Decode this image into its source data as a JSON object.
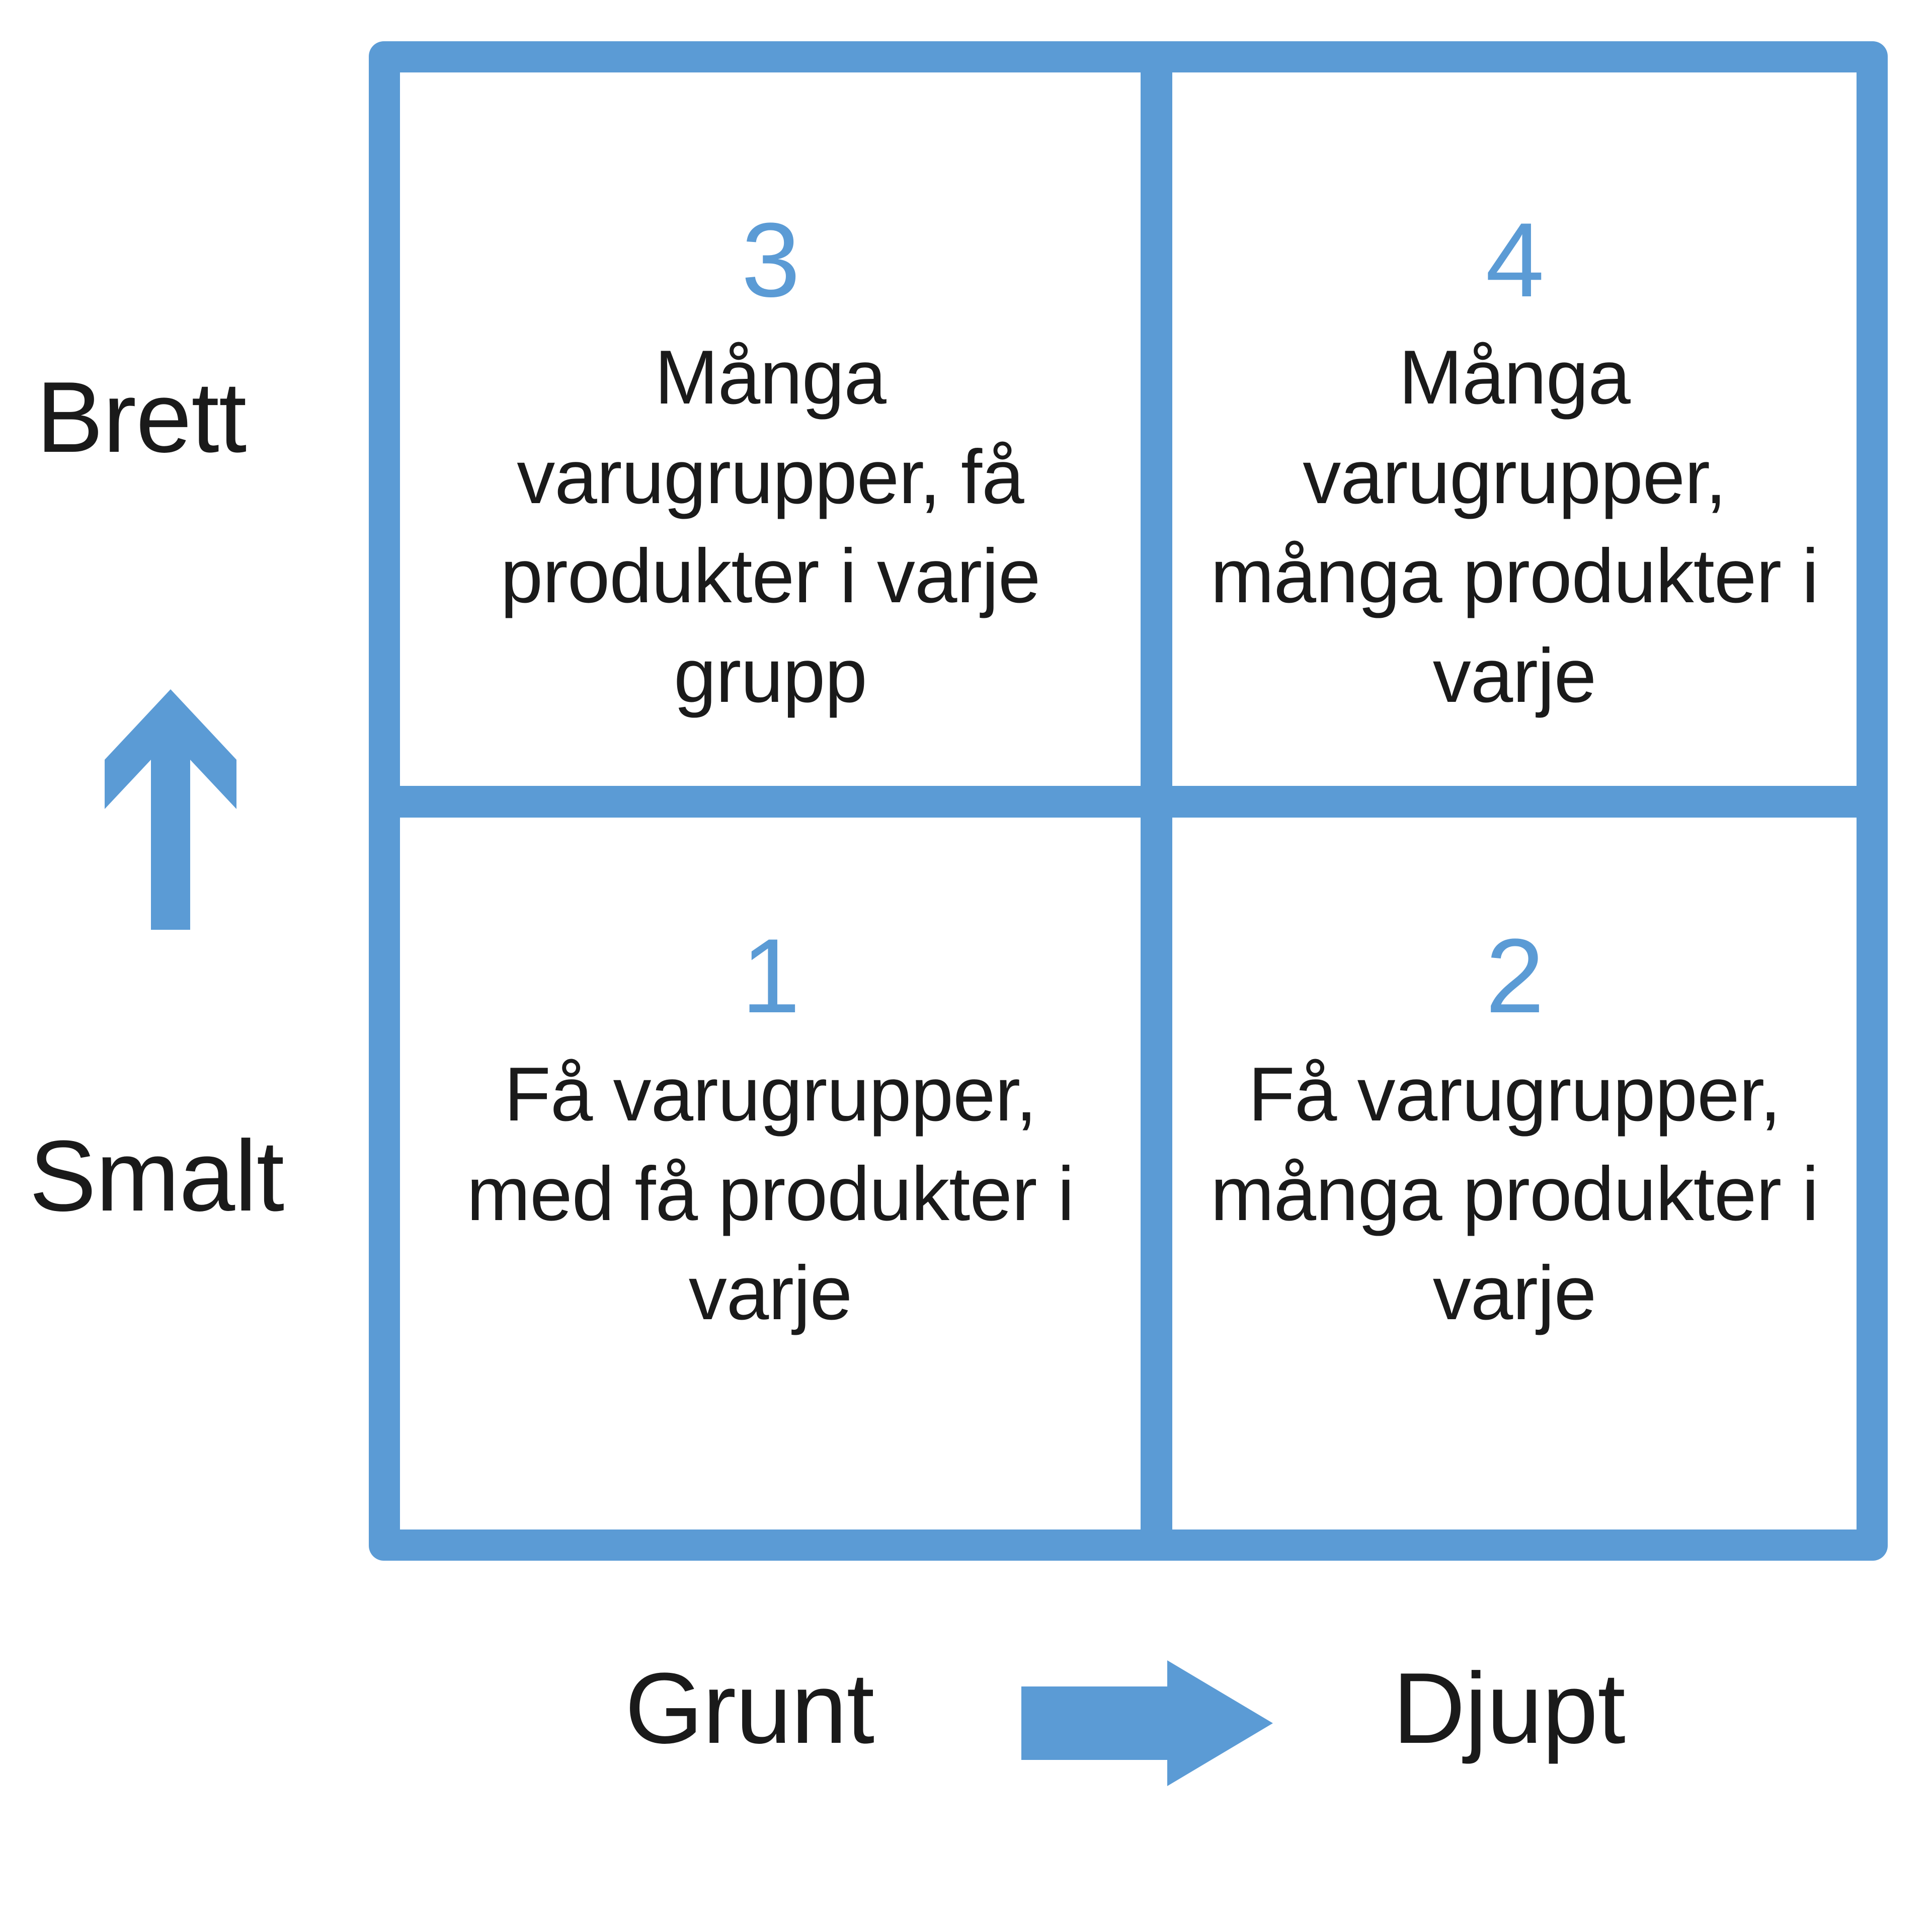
{
  "colors": {
    "accent_blue": "#5B9BD5",
    "text_black": "#1A1A1A",
    "background": "#FFFFFF"
  },
  "axes": {
    "vertical": {
      "low_label": "Smalt",
      "high_label": "Brett",
      "arrow_icon": "arrow-up-icon",
      "direction": "up"
    },
    "horizontal": {
      "low_label": "Grunt",
      "high_label": "Djupt",
      "arrow_icon": "arrow-right-icon",
      "direction": "right"
    }
  },
  "matrix": {
    "quadrants": [
      {
        "position": "top-left",
        "number": "3",
        "description": "Många varugrupper, få produkter i varje grupp"
      },
      {
        "position": "top-right",
        "number": "4",
        "description": "Många varugrupper, många produkter i varje"
      },
      {
        "position": "bottom-left",
        "number": "1",
        "description": "Få varugrupper, med få produkter i varje"
      },
      {
        "position": "bottom-right",
        "number": "2",
        "description": "Få varugrupper, många produkter i varje"
      }
    ]
  },
  "chart_data": {
    "type": "table",
    "title": "",
    "xlabel": "Grunt → Djupt",
    "ylabel": "Smalt → Brett",
    "categories": [
      "1",
      "2",
      "3",
      "4"
    ],
    "cells": [
      {
        "id": "1",
        "x": "Grunt",
        "y": "Smalt",
        "label": "Få varugrupper, med få produkter i varje"
      },
      {
        "id": "2",
        "x": "Djupt",
        "y": "Smalt",
        "label": "Få varugrupper, många produkter i varje"
      },
      {
        "id": "3",
        "x": "Grunt",
        "y": "Brett",
        "label": "Många varugrupper, få produkter i varje grupp"
      },
      {
        "id": "4",
        "x": "Djupt",
        "y": "Brett",
        "label": "Många varugrupper, många produkter i varje"
      }
    ],
    "grid": true,
    "legend": "none"
  }
}
